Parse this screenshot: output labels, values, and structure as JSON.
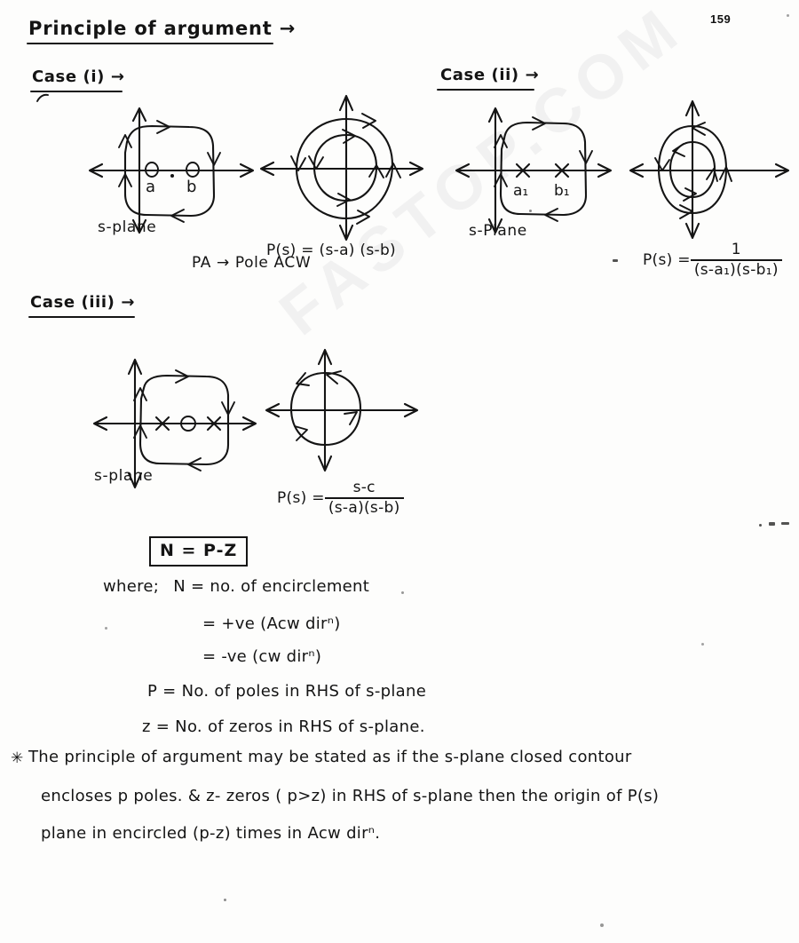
{
  "page": {
    "number": "159",
    "watermark_text": "FASTOP.COM"
  },
  "heading": {
    "title": "Principle of argument →"
  },
  "cases": [
    {
      "id": "case-1",
      "label": "Case (i) →",
      "s_plane": {
        "caption": "s-plane",
        "singularities": [
          {
            "type": "zero",
            "symbol": "O",
            "label": "a"
          },
          {
            "type": "zero",
            "symbol": "O",
            "label": "b"
          }
        ],
        "contour_direction": "clockwise"
      },
      "p_plane": {
        "formula_text": "P(s) = (s-a) (s-b)",
        "formula_lhs": "P(s) =",
        "formula_rhs": "(s-a) (s-b)",
        "encirclements": 2,
        "encirclement_direction": "clockwise"
      },
      "note": "PA → Pole ACW"
    },
    {
      "id": "case-2",
      "label": "Case (ii) →",
      "s_plane": {
        "caption": "s-Plane",
        "singularities": [
          {
            "type": "pole",
            "symbol": "×",
            "label": "a₁"
          },
          {
            "type": "pole",
            "symbol": "×",
            "label": "b₁"
          }
        ],
        "contour_direction": "clockwise"
      },
      "p_plane": {
        "formula_lhs": "P(s) =",
        "formula_numerator": "1",
        "formula_denominator": "(s-a₁)(s-b₁)",
        "encirclements": 2,
        "encirclement_direction": "anticlockwise"
      },
      "note": ""
    },
    {
      "id": "case-3",
      "label": "Case (iii) →",
      "s_plane": {
        "caption": "s-plane",
        "singularities": [
          {
            "type": "pole",
            "symbol": "×",
            "label": ""
          },
          {
            "type": "zero",
            "symbol": "O",
            "label": ""
          },
          {
            "type": "pole",
            "symbol": "×",
            "label": ""
          }
        ],
        "contour_direction": "clockwise"
      },
      "p_plane": {
        "formula_lhs": "P(s) =",
        "formula_numerator": "s-c",
        "formula_denominator": "(s-a)(s-b)",
        "encirclements": 1,
        "encirclement_direction": "anticlockwise"
      },
      "note": ""
    }
  ],
  "formula_box": {
    "text": "N = P-Z"
  },
  "definitions": {
    "intro": "where;",
    "lines": [
      "N = no. of encirclement",
      "= +ve (Acw dirⁿ)",
      "= -ve (cw dirⁿ)",
      "P = No. of poles in RHS of s-plane",
      "z = No. of zeros in RHS of s-plane."
    ]
  },
  "statement": {
    "bullet": "✳",
    "lines": [
      "The principle of argument may be stated as if the s-plane closed contour",
      "encloses p poles. & z- zeros ( p>z)  in RHS of s-plane then the origin of P(s)",
      "plane in encircled (p-z) times in Acw dirⁿ."
    ]
  }
}
